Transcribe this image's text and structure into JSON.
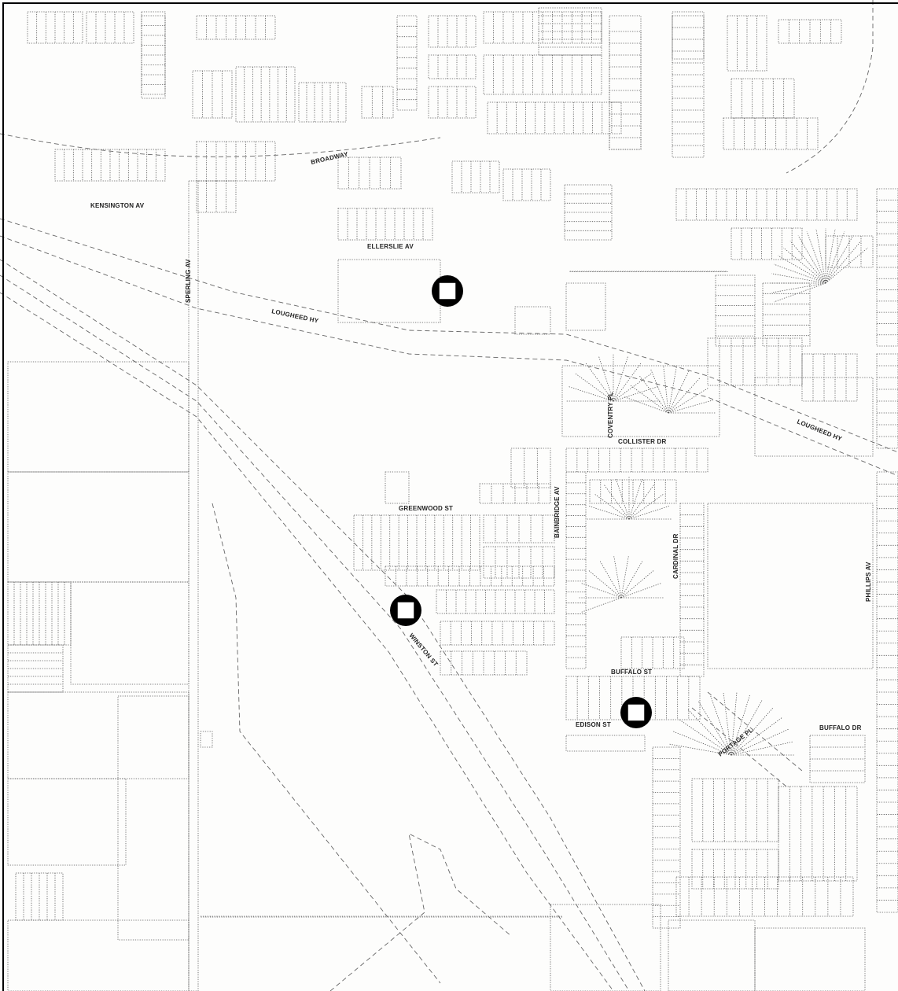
{
  "map": {
    "streets": {
      "broadway": "BROADWAY",
      "kensington_av": "KENSINGTON AV",
      "ellerslie_av": "ELLERSLIE AV",
      "sperling_av": "SPERLING AV",
      "lougheed_hy_west": "LOUGHEED HY",
      "lougheed_hy_east": "LOUGHEED HY",
      "coventry_pl": "COVENTRY PL",
      "collister_dr": "COLLISTER DR",
      "greenwood_st": "GREENWOOD ST",
      "bainbridge_av": "BAINBRIDGE AV",
      "cardinal_dr": "CARDINAL DR",
      "phillips_av": "PHILLIPS AV",
      "winston_st": "WINSTON ST",
      "buffalo_st": "BUFFALO ST",
      "edison_st": "EDISON ST",
      "buffalo_dr": "BUFFALO DR",
      "portage_pl": "PORTAGE PL"
    },
    "site_markers": [
      "site-marker-ellerslie",
      "site-marker-winston",
      "site-marker-edison"
    ],
    "colors": {
      "lot_line": "#555555",
      "road_edge": "#666666",
      "marker": "#000000",
      "background": "#fdfdfc"
    }
  }
}
